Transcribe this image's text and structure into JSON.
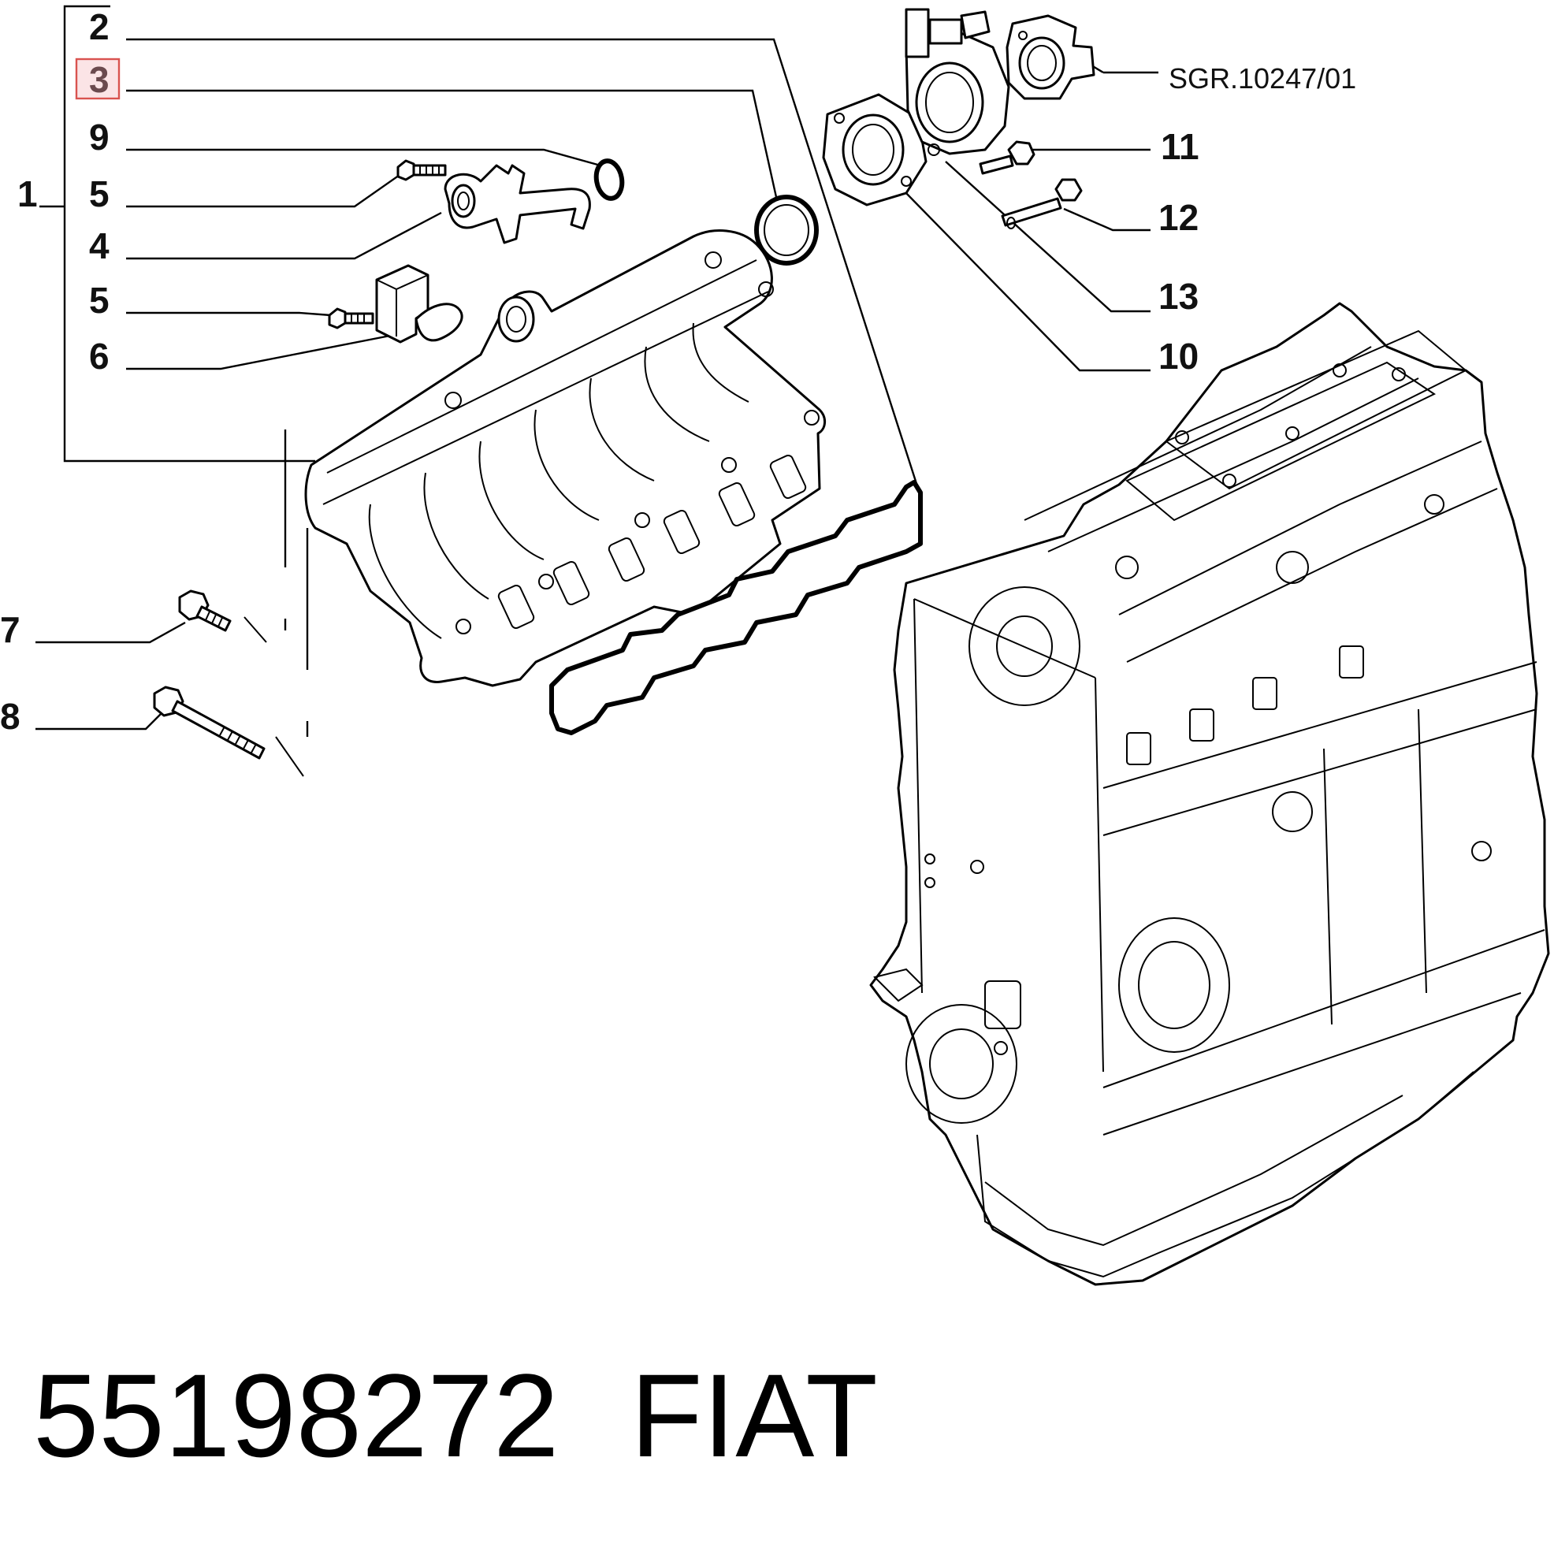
{
  "callouts": {
    "c1": "1",
    "c2": "2",
    "c3": "3",
    "c9": "9",
    "c5a": "5",
    "c4": "4",
    "c5b": "5",
    "c6": "6",
    "c7": "7",
    "c8": "8",
    "c11": "11",
    "c12": "12",
    "c13": "13",
    "c10": "10"
  },
  "highlighted_callout": "3",
  "reference": "SGR.10247/01",
  "footer": {
    "part_number": "55198272",
    "brand": "FIAT"
  },
  "colors": {
    "highlight_fill": "#fbe4e6",
    "highlight_border": "#d9534f",
    "line": "#000000"
  }
}
